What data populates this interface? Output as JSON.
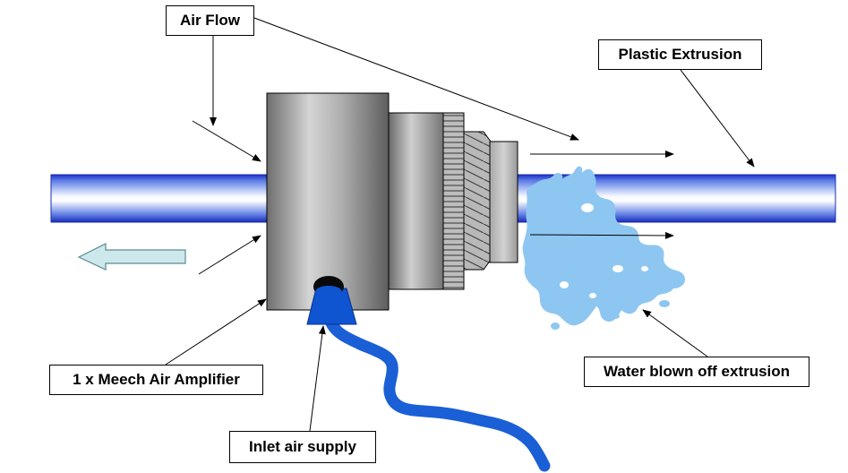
{
  "labels": {
    "air_flow": "Air Flow",
    "plastic_extrusion": "Plastic Extrusion",
    "air_amplifier": "1 x Meech Air Amplifier",
    "water_blown": "Water blown off extrusion",
    "inlet_air": "Inlet air supply"
  },
  "colors": {
    "extrusion_blue": "#2a3fcf",
    "hose_blue": "#1a5fd6",
    "water": "#8ec6f2",
    "direction_arrow": "#cde8ec",
    "amplifier_grey": "#9a9a9a"
  }
}
